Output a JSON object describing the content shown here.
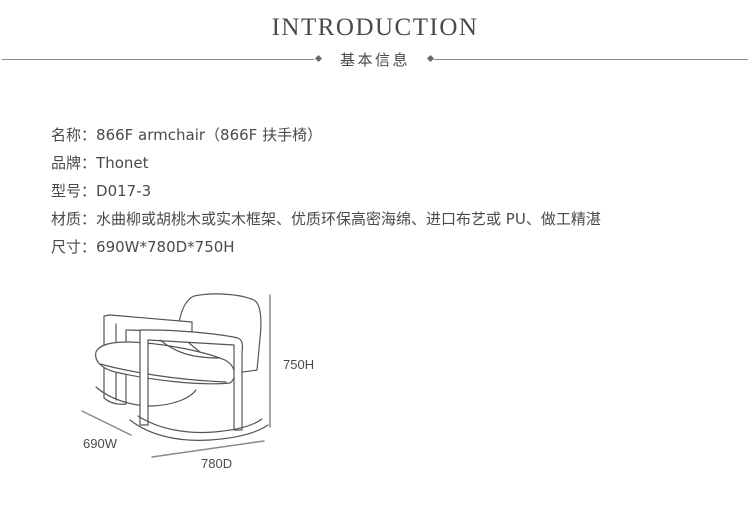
{
  "header": {
    "title": "INTRODUCTION",
    "subtitle": "基本信息"
  },
  "specs": [
    {
      "label": "名称",
      "separator": "：",
      "value": "866F armchair（866F 扶手椅）"
    },
    {
      "label": "品牌",
      "separator": "：",
      "value": "Thonet"
    },
    {
      "label": "型号",
      "separator": "：",
      "value": "D017-3"
    },
    {
      "label": "材质",
      "separator": "：",
      "value": "水曲柳或胡桃木或实木框架、优质环保高密海绵、进口布艺或 PU、做工精湛"
    },
    {
      "label": "尺寸",
      "separator": "：",
      "value": "690W*780D*750H"
    }
  ],
  "dimensions": {
    "height": "750H",
    "width": "690W",
    "depth": "780D"
  }
}
